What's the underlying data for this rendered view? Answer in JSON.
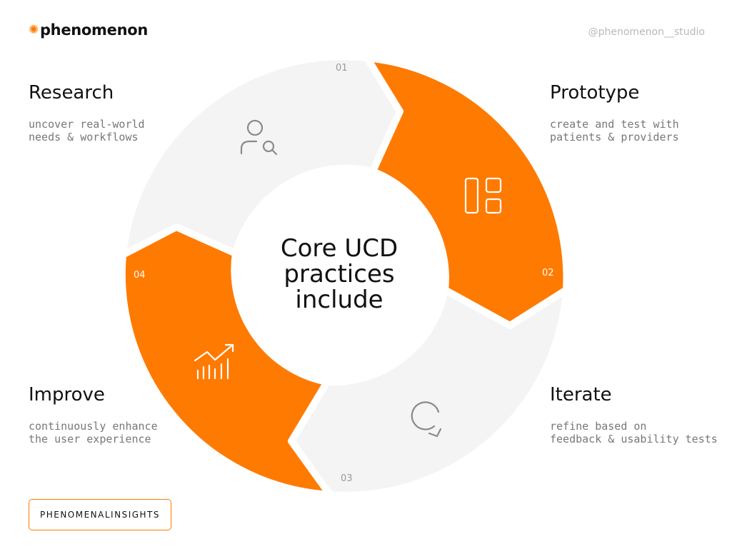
{
  "brand": {
    "mark": "✺",
    "name": "phenomenon"
  },
  "handle": "@phenomenon__studio",
  "center": {
    "lines": [
      "Core UCD",
      "practices",
      "include"
    ]
  },
  "steps": [
    {
      "number": "01",
      "title": "Research",
      "desc": [
        "uncover real-world",
        "needs & workflows"
      ],
      "icon": "user-search-icon"
    },
    {
      "number": "02",
      "title": "Prototype",
      "desc": [
        "create and test with",
        "patients & providers"
      ],
      "icon": "layout-icon"
    },
    {
      "number": "03",
      "title": "Iterate",
      "desc": [
        "refine based on",
        "feedback & usability tests"
      ],
      "icon": "refresh-icon"
    },
    {
      "number": "04",
      "title": "Improve",
      "desc": [
        "continuously enhance",
        "the user experience"
      ],
      "icon": "chart-growth-icon"
    }
  ],
  "insights_label": "PHENOMENALINSIGHTS",
  "colors": {
    "accent": "#ff7a00",
    "gray_segment": "#f4f4f5",
    "text": "#111111",
    "muted": "#777777"
  }
}
